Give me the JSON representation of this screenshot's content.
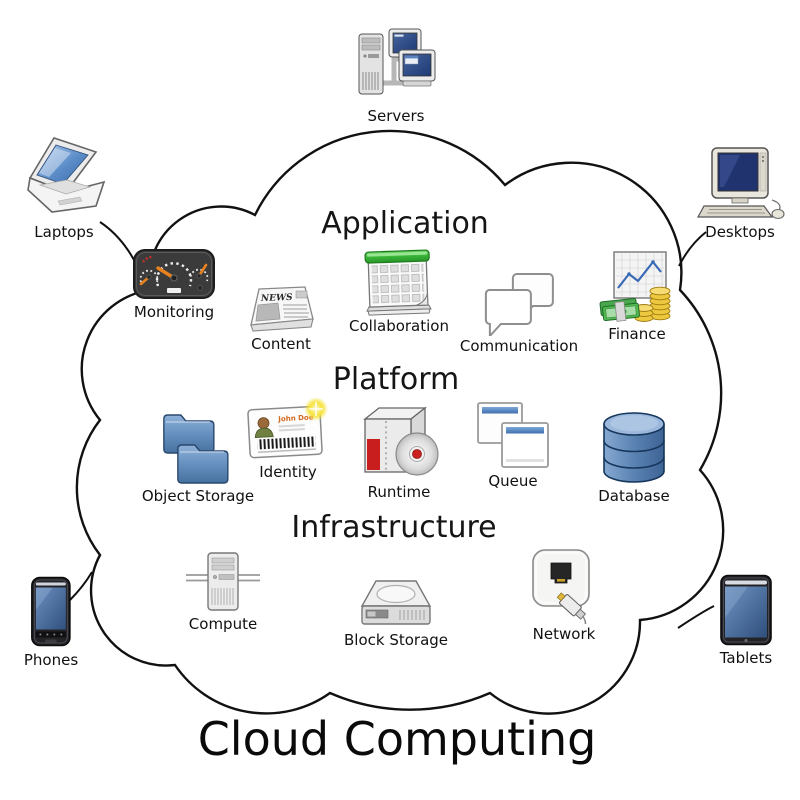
{
  "title": "Cloud Computing",
  "devices": [
    {
      "label": "Servers",
      "icon": "servers-icon"
    },
    {
      "label": "Laptops",
      "icon": "laptop-icon"
    },
    {
      "label": "Desktops",
      "icon": "desktop-icon"
    },
    {
      "label": "Phones",
      "icon": "smartphone-icon"
    },
    {
      "label": "Tablets",
      "icon": "tablet-icon"
    }
  ],
  "layers": [
    {
      "label": "Application",
      "items": [
        {
          "label": "Monitoring",
          "icon": "gauge-icon"
        },
        {
          "label": "Content",
          "icon": "newspaper-icon"
        },
        {
          "label": "Collaboration",
          "icon": "calendar-icon"
        },
        {
          "label": "Communication",
          "icon": "speech-bubbles-icon"
        },
        {
          "label": "Finance",
          "icon": "finance-chart-coins-icon"
        }
      ]
    },
    {
      "label": "Platform",
      "items": [
        {
          "label": "Object Storage",
          "icon": "folders-icon"
        },
        {
          "label": "Identity",
          "icon": "id-card-icon"
        },
        {
          "label": "Runtime",
          "icon": "software-box-cd-icon"
        },
        {
          "label": "Queue",
          "icon": "windows-stack-icon"
        },
        {
          "label": "Database",
          "icon": "database-cylinders-icon"
        }
      ]
    },
    {
      "label": "Infrastructure",
      "items": [
        {
          "label": "Compute",
          "icon": "server-tower-icon"
        },
        {
          "label": "Block Storage",
          "icon": "hard-drive-icon"
        },
        {
          "label": "Network",
          "icon": "ethernet-socket-icon"
        }
      ]
    }
  ],
  "icon_texts": {
    "news": "NEWS",
    "identity_name": "John Doe"
  },
  "colors": {
    "cloud_fill": "#ffffff",
    "cloud_outline": "#111111",
    "screen_blue": "#2b4a8b",
    "calendar_green": "#35b135",
    "needle_orange": "#e8821e",
    "runtime_red": "#cc2020",
    "database_blue": "#4c77a8",
    "money_green": "#52b852",
    "coin_gold": "#ecc83e",
    "text": "#111111"
  }
}
